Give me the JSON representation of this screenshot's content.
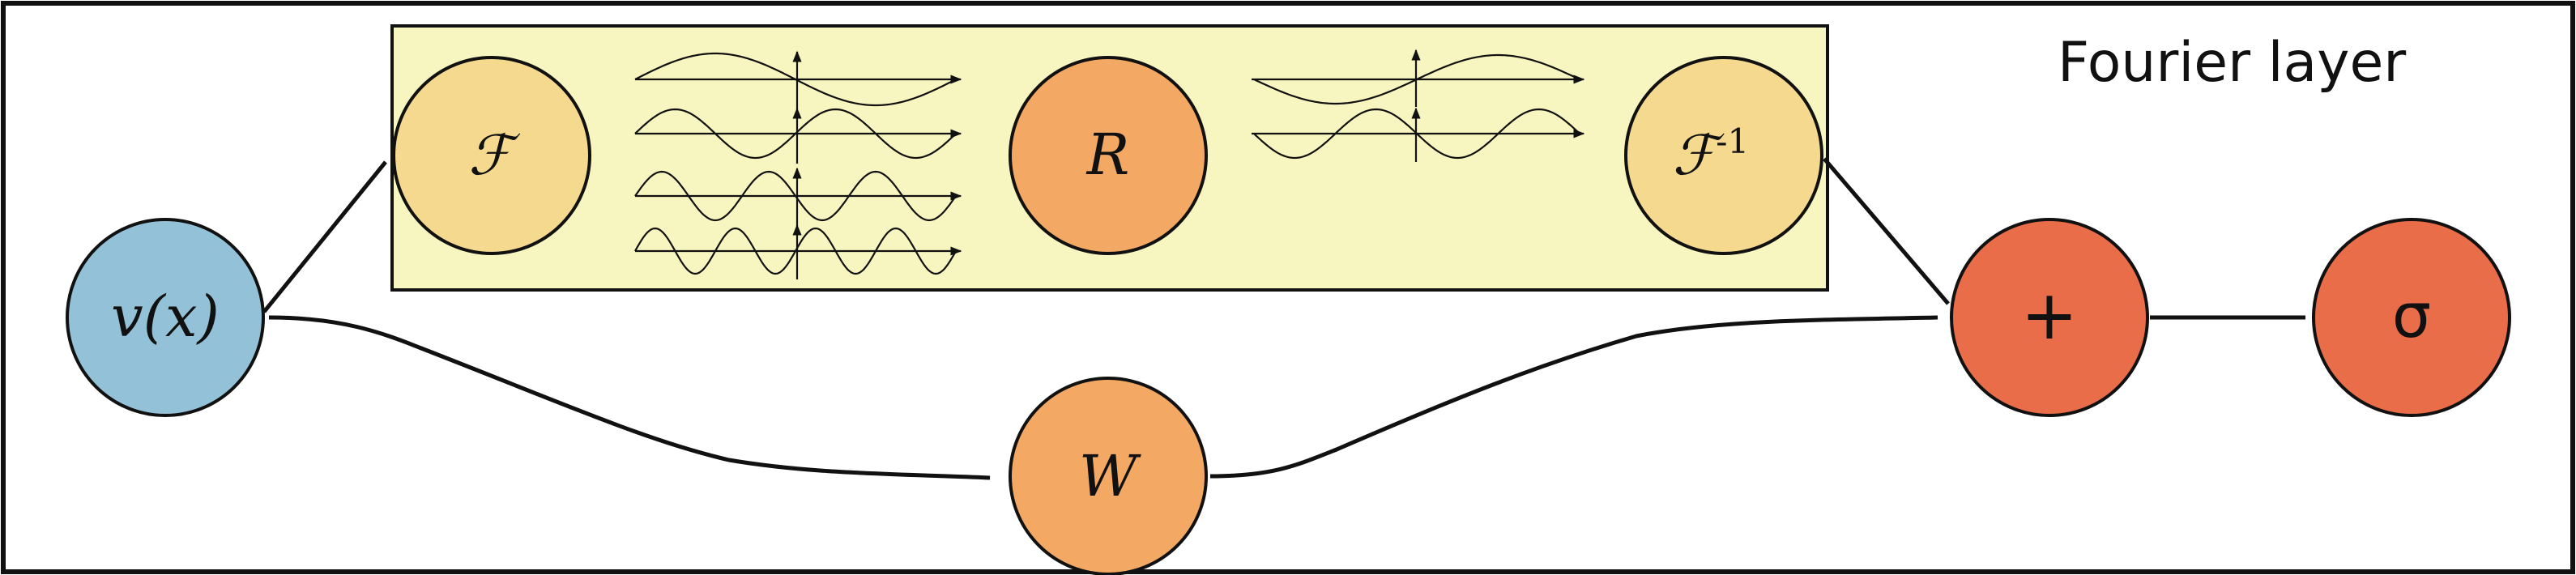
{
  "title": "Fourier layer",
  "nodes": {
    "input": {
      "label": "v(x)",
      "color": "#92c1d8"
    },
    "fourier": {
      "label": "ℱ",
      "color": "#f5d98e"
    },
    "r": {
      "label": "R",
      "color": "#f3a864"
    },
    "inverse_fourier": {
      "label": "ℱ",
      "superscript": "-1",
      "color": "#f5d98e"
    },
    "w": {
      "label": "W",
      "color": "#f3a864"
    },
    "sum": {
      "label": "+",
      "color": "#e86d48"
    },
    "activation": {
      "label": "σ",
      "color": "#e86d48"
    }
  },
  "colors": {
    "fourier_box": "#f8f6c0",
    "stroke": "#111111"
  }
}
